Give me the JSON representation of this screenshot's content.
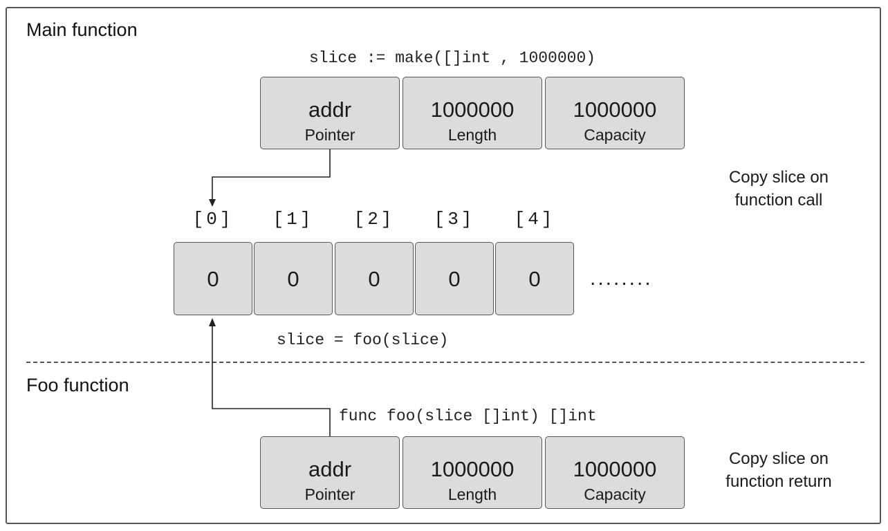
{
  "main": {
    "title": "Main function",
    "make_code": "slice := make([]int , 1000000)",
    "header": {
      "pointer_value": "addr",
      "pointer_label": "Pointer",
      "length_value": "1000000",
      "length_label": "Length",
      "capacity_value": "1000000",
      "capacity_label": "Capacity"
    },
    "copy_note_line1": "Copy slice on",
    "copy_note_line2": "function call",
    "array": {
      "indices": [
        "[0]",
        "[1]",
        "[2]",
        "[3]",
        "[4]"
      ],
      "values": [
        "0",
        "0",
        "0",
        "0",
        "0"
      ],
      "ellipsis": "........"
    },
    "assign_code": "slice = foo(slice)"
  },
  "foo": {
    "title": "Foo function",
    "signature_code": "func foo(slice []int) []int",
    "header": {
      "pointer_value": "addr",
      "pointer_label": "Pointer",
      "length_value": "1000000",
      "length_label": "Length",
      "capacity_value": "1000000",
      "capacity_label": "Capacity"
    },
    "copy_note_line1": "Copy slice on",
    "copy_note_line2": "function return"
  }
}
